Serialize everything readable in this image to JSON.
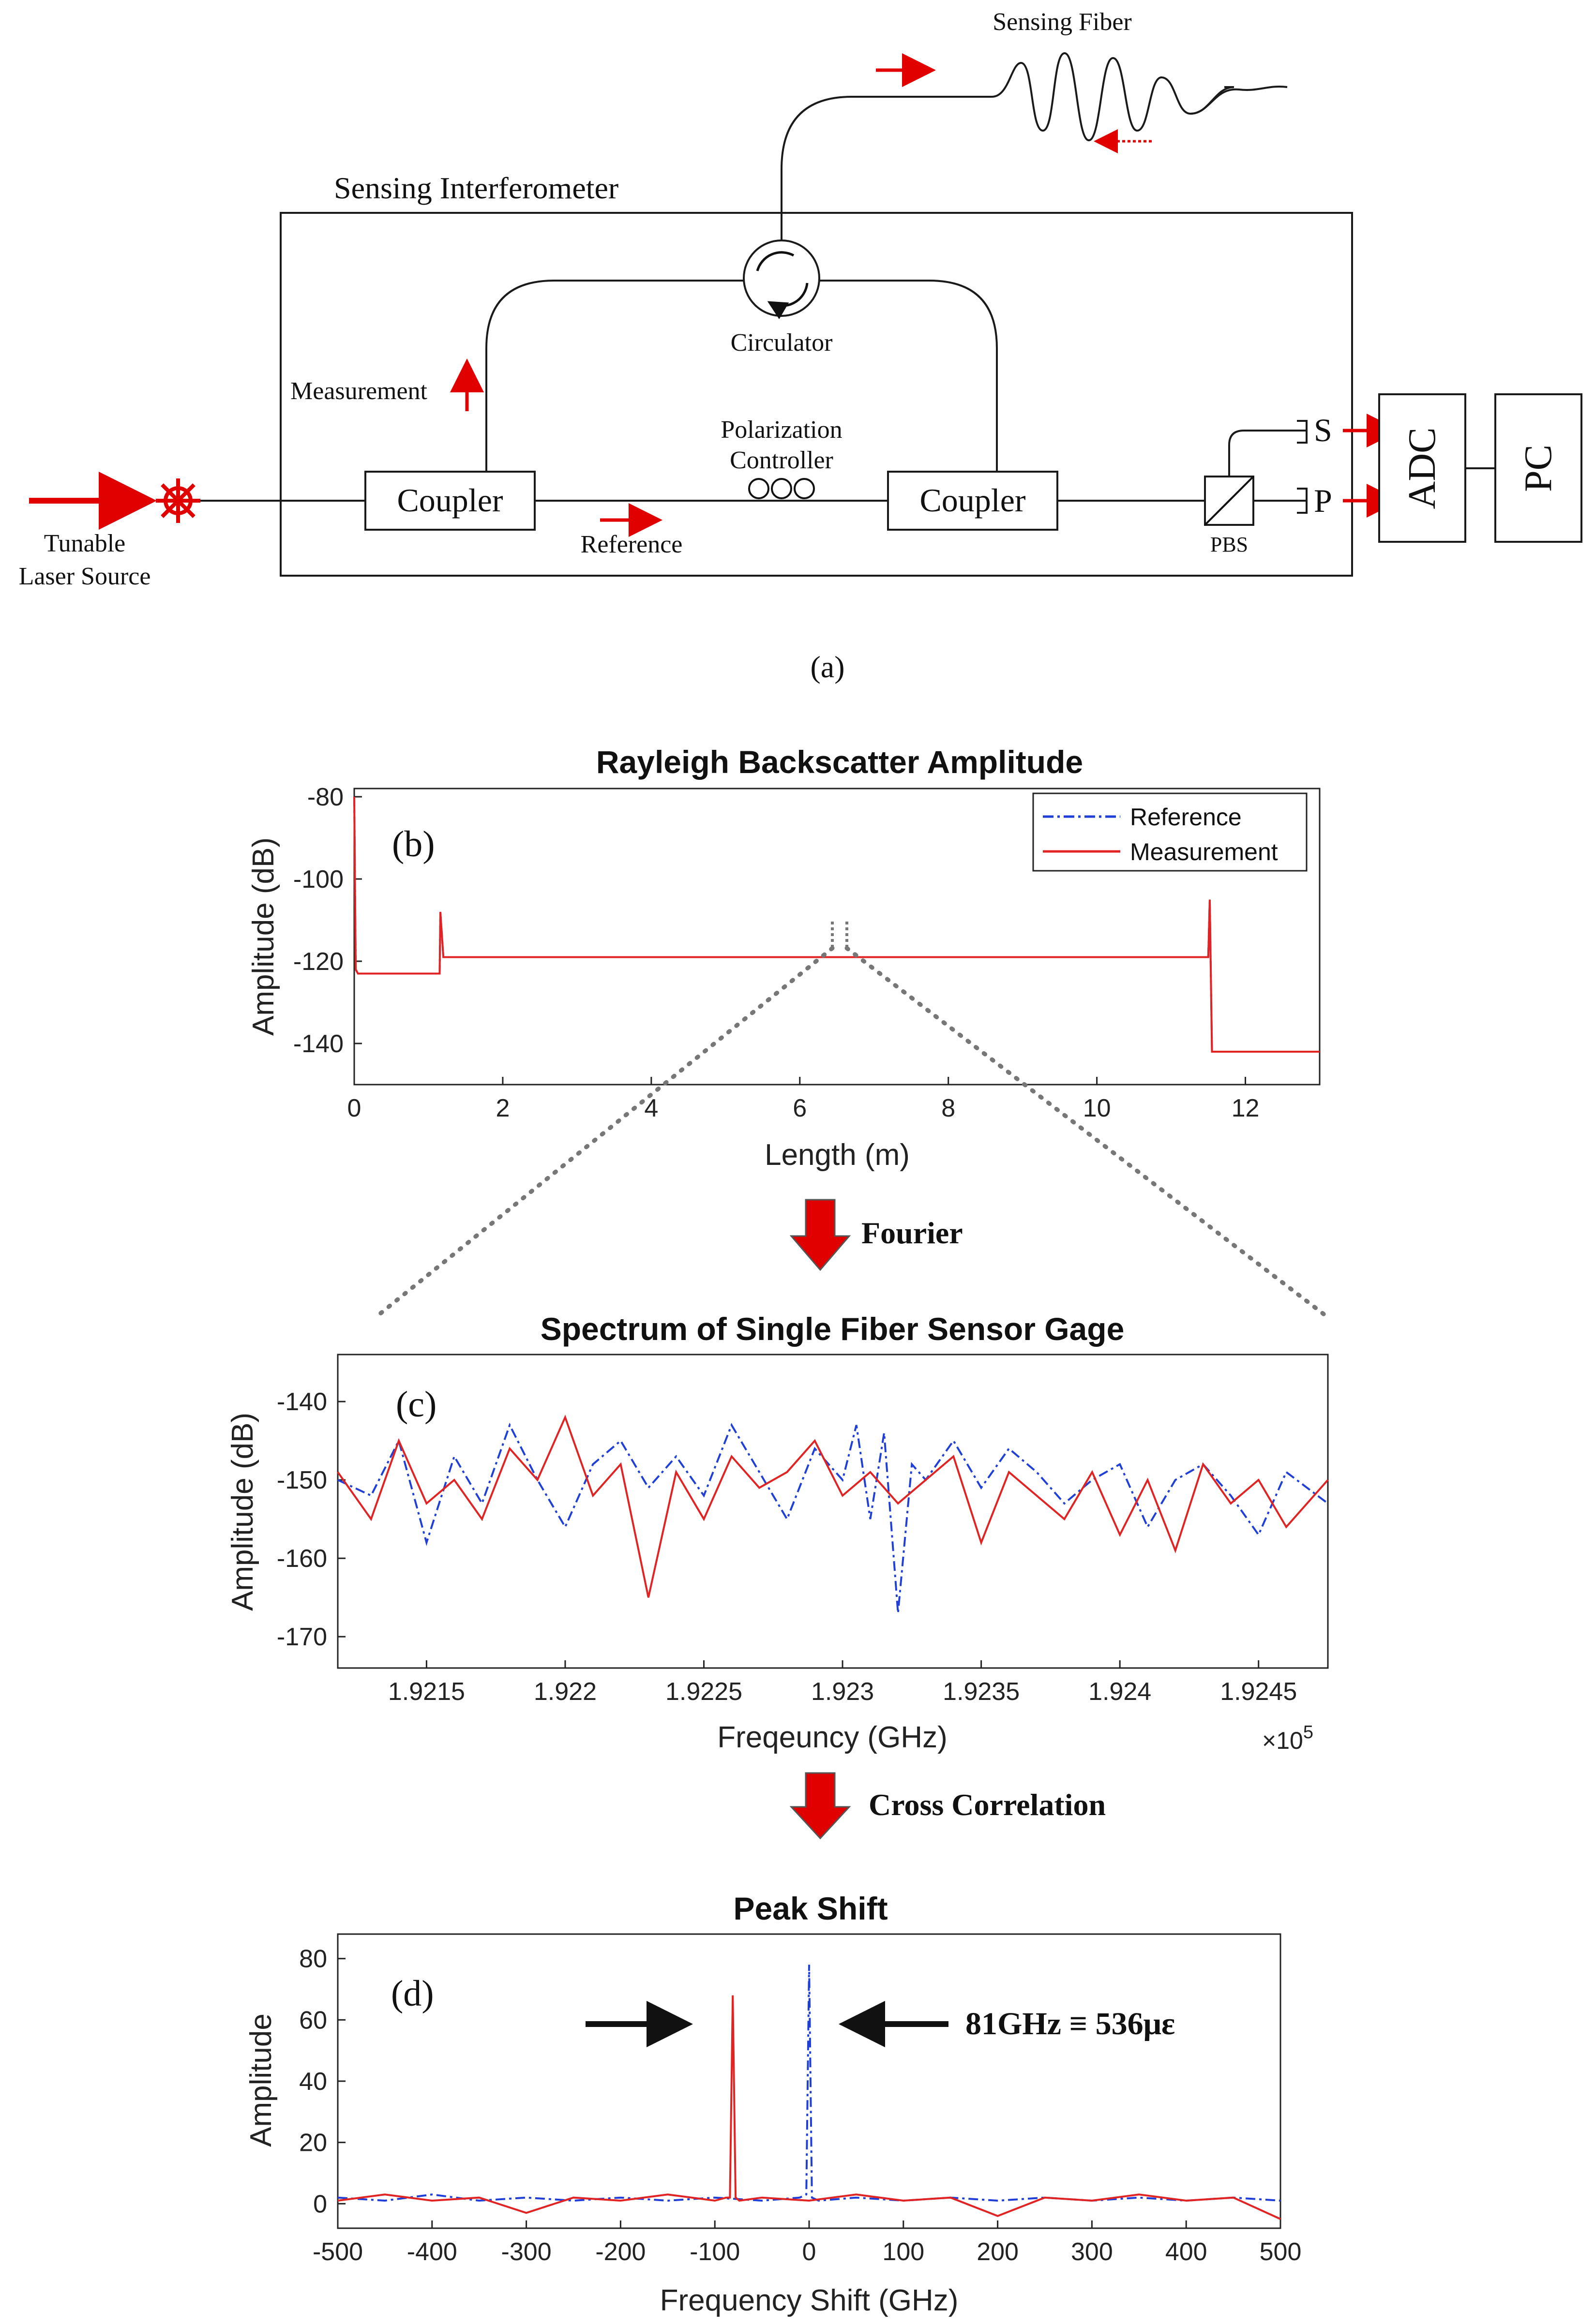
{
  "panel_labels": {
    "a": "(a)",
    "b": "(b)",
    "c": "(c)",
    "d": "(d)"
  },
  "setup": {
    "tunable_laser_line1": "Tunable",
    "tunable_laser_line2": "Laser Source",
    "sensing_fiber": "Sensing Fiber",
    "sensing_interferometer": "Sensing Interferometer",
    "circulator": "Circulator",
    "measurement": "Measurement",
    "coupler_left": "Coupler",
    "coupler_right": "Coupler",
    "polarization_line1": "Polarization",
    "polarization_line2": "Controller",
    "reference": "Reference",
    "pbs": "PBS",
    "s_port": "S",
    "p_port": "P",
    "adc": "ADC",
    "pc": "PC"
  },
  "arrows": {
    "fourier": "Fourier",
    "cross_correlation": "Cross Correlation"
  },
  "annotation_d": "81GHz ≡ 536με",
  "colors": {
    "reference": "#1f3fd6",
    "measurement": "#e02424",
    "laser": "#e00000"
  },
  "chart_data": [
    {
      "id": "b",
      "type": "line",
      "title": "Rayleigh Backscatter Amplitude",
      "xlabel": "Length (m)",
      "ylabel": "Amplitude (dB)",
      "xlim": [
        0,
        13
      ],
      "ylim": [
        -150,
        -78
      ],
      "xticks": [
        0,
        2,
        4,
        6,
        8,
        10,
        12
      ],
      "yticks": [
        -80,
        -100,
        -120,
        -140
      ],
      "legend": "top-right",
      "series": [
        {
          "name": "Reference",
          "style": "dashdot",
          "x": [
            0,
            0.02,
            0.05,
            1.15,
            1.16,
            1.2,
            1.3,
            6.0,
            11.5,
            11.52,
            11.55,
            11.7,
            13.0
          ],
          "y": [
            -80,
            -122,
            -123,
            -123,
            -108,
            -119,
            -119,
            -119,
            -119,
            -105,
            -142,
            -142,
            -142
          ]
        },
        {
          "name": "Measurement",
          "style": "solid",
          "x": [
            0,
            0.02,
            0.05,
            1.15,
            1.16,
            1.2,
            1.3,
            6.0,
            11.5,
            11.52,
            11.55,
            11.7,
            13.0
          ],
          "y": [
            -80,
            -122,
            -123,
            -123,
            -108,
            -119,
            -119,
            -119,
            -119,
            -105,
            -142,
            -142,
            -142
          ]
        }
      ]
    },
    {
      "id": "c",
      "type": "line",
      "title": "Spectrum of Single Fiber Sensor Gage",
      "xlabel": "Freqeuncy (GHz)",
      "ylabel": "Amplitude (dB)",
      "x_multiplier": "×10",
      "x_multiplier_exp": "5",
      "xlim": [
        1.92118,
        1.92475
      ],
      "ylim": [
        -174,
        -134
      ],
      "xticks": [
        1.9215,
        1.922,
        1.9225,
        1.923,
        1.9235,
        1.924,
        1.9245
      ],
      "yticks": [
        -140,
        -150,
        -160,
        -170
      ],
      "series": [
        {
          "name": "Reference",
          "style": "dashdot",
          "x": [
            1.92118,
            1.9213,
            1.9214,
            1.9215,
            1.9216,
            1.9217,
            1.9218,
            1.9219,
            1.922,
            1.9221,
            1.9222,
            1.9223,
            1.9224,
            1.9225,
            1.9226,
            1.9227,
            1.9228,
            1.9229,
            1.923,
            1.92305,
            1.9231,
            1.92315,
            1.9232,
            1.92325,
            1.9233,
            1.9234,
            1.9235,
            1.9236,
            1.9237,
            1.9238,
            1.9239,
            1.924,
            1.9241,
            1.9242,
            1.9243,
            1.9244,
            1.9245,
            1.9246,
            1.92475
          ],
          "y": [
            -150,
            -152,
            -145,
            -158,
            -147,
            -153,
            -143,
            -150,
            -156,
            -148,
            -145,
            -151,
            -147,
            -152,
            -143,
            -149,
            -155,
            -146,
            -150,
            -143,
            -155,
            -144,
            -167,
            -148,
            -150,
            -145,
            -151,
            -146,
            -149,
            -153,
            -150,
            -148,
            -156,
            -150,
            -148,
            -152,
            -157,
            -149,
            -153
          ]
        },
        {
          "name": "Measurement",
          "style": "solid",
          "x": [
            1.92118,
            1.9213,
            1.9214,
            1.9215,
            1.9216,
            1.9217,
            1.9218,
            1.9219,
            1.922,
            1.9221,
            1.9222,
            1.9223,
            1.9224,
            1.9225,
            1.9226,
            1.9227,
            1.9228,
            1.9229,
            1.923,
            1.9231,
            1.9232,
            1.9233,
            1.9234,
            1.9235,
            1.9236,
            1.9237,
            1.9238,
            1.9239,
            1.924,
            1.9241,
            1.9242,
            1.9243,
            1.9244,
            1.9245,
            1.9246,
            1.92475
          ],
          "y": [
            -149,
            -155,
            -145,
            -153,
            -150,
            -155,
            -146,
            -150,
            -142,
            -152,
            -148,
            -165,
            -149,
            -155,
            -147,
            -151,
            -149,
            -145,
            -152,
            -149,
            -153,
            -150,
            -147,
            -158,
            -149,
            -152,
            -155,
            -149,
            -157,
            -150,
            -159,
            -148,
            -153,
            -150,
            -156,
            -150
          ]
        }
      ]
    },
    {
      "id": "d",
      "type": "line",
      "title": "Peak Shift",
      "xlabel": "Frequency Shift (GHz)",
      "ylabel": "Amplitude",
      "xlim": [
        -500,
        500
      ],
      "ylim": [
        -8,
        88
      ],
      "xticks": [
        -500,
        -400,
        -300,
        -200,
        -100,
        0,
        100,
        200,
        300,
        400,
        500
      ],
      "yticks": [
        0,
        20,
        40,
        60,
        80
      ],
      "series": [
        {
          "name": "Reference",
          "style": "dashdot",
          "x": [
            -500,
            -450,
            -400,
            -350,
            -300,
            -250,
            -200,
            -150,
            -100,
            -50,
            -10,
            -3,
            0,
            3,
            10,
            50,
            100,
            150,
            200,
            250,
            300,
            350,
            400,
            450,
            500
          ],
          "y": [
            2,
            1,
            3,
            1,
            2,
            1,
            2,
            1,
            2,
            1,
            2,
            3,
            78,
            2,
            1,
            2,
            1,
            2,
            1,
            2,
            1,
            2,
            1,
            2,
            1
          ]
        },
        {
          "name": "Measurement",
          "style": "solid",
          "x": [
            -500,
            -450,
            -400,
            -350,
            -300,
            -250,
            -200,
            -150,
            -100,
            -88,
            -84,
            -81,
            -78,
            -74,
            -50,
            0,
            50,
            100,
            150,
            200,
            250,
            300,
            350,
            400,
            450,
            500
          ],
          "y": [
            1,
            3,
            1,
            2,
            -3,
            2,
            1,
            3,
            1,
            2,
            2,
            68,
            2,
            1,
            2,
            1,
            3,
            1,
            2,
            -4,
            2,
            1,
            3,
            1,
            2,
            -5
          ]
        }
      ]
    }
  ]
}
